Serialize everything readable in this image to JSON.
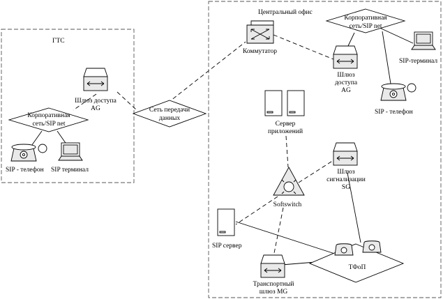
{
  "zones": {
    "gts": "ГТС",
    "office": "Центральный офис"
  },
  "nodes": {
    "gts_ag": [
      "Шлюз доступа",
      "AG"
    ],
    "gts_corp": [
      "Корпоративная",
      "сеть/SIP net"
    ],
    "gts_sip_phone": "SIP - телефон",
    "gts_sip_terminal": "SIP терминал",
    "transport_net": [
      "Сеть передачи",
      "данных"
    ],
    "office_switch": "Коммутатор",
    "office_corp": [
      "Корпоративная",
      "сеть/SIP net"
    ],
    "office_sip_terminal": "SIP-терминал",
    "office_ag": [
      "Шлюз",
      "доступа",
      "AG"
    ],
    "office_sip_phone": "SIP - телефон",
    "app_server": [
      "Сервер",
      "приложений"
    ],
    "sg": [
      "Шлюз",
      "сигнализации",
      "SG"
    ],
    "softswitch": "Softswitch",
    "sip_server": "SIP сервер",
    "pstn": "ТФоП",
    "mg": [
      "Транспортный",
      "шлюз MG"
    ]
  }
}
